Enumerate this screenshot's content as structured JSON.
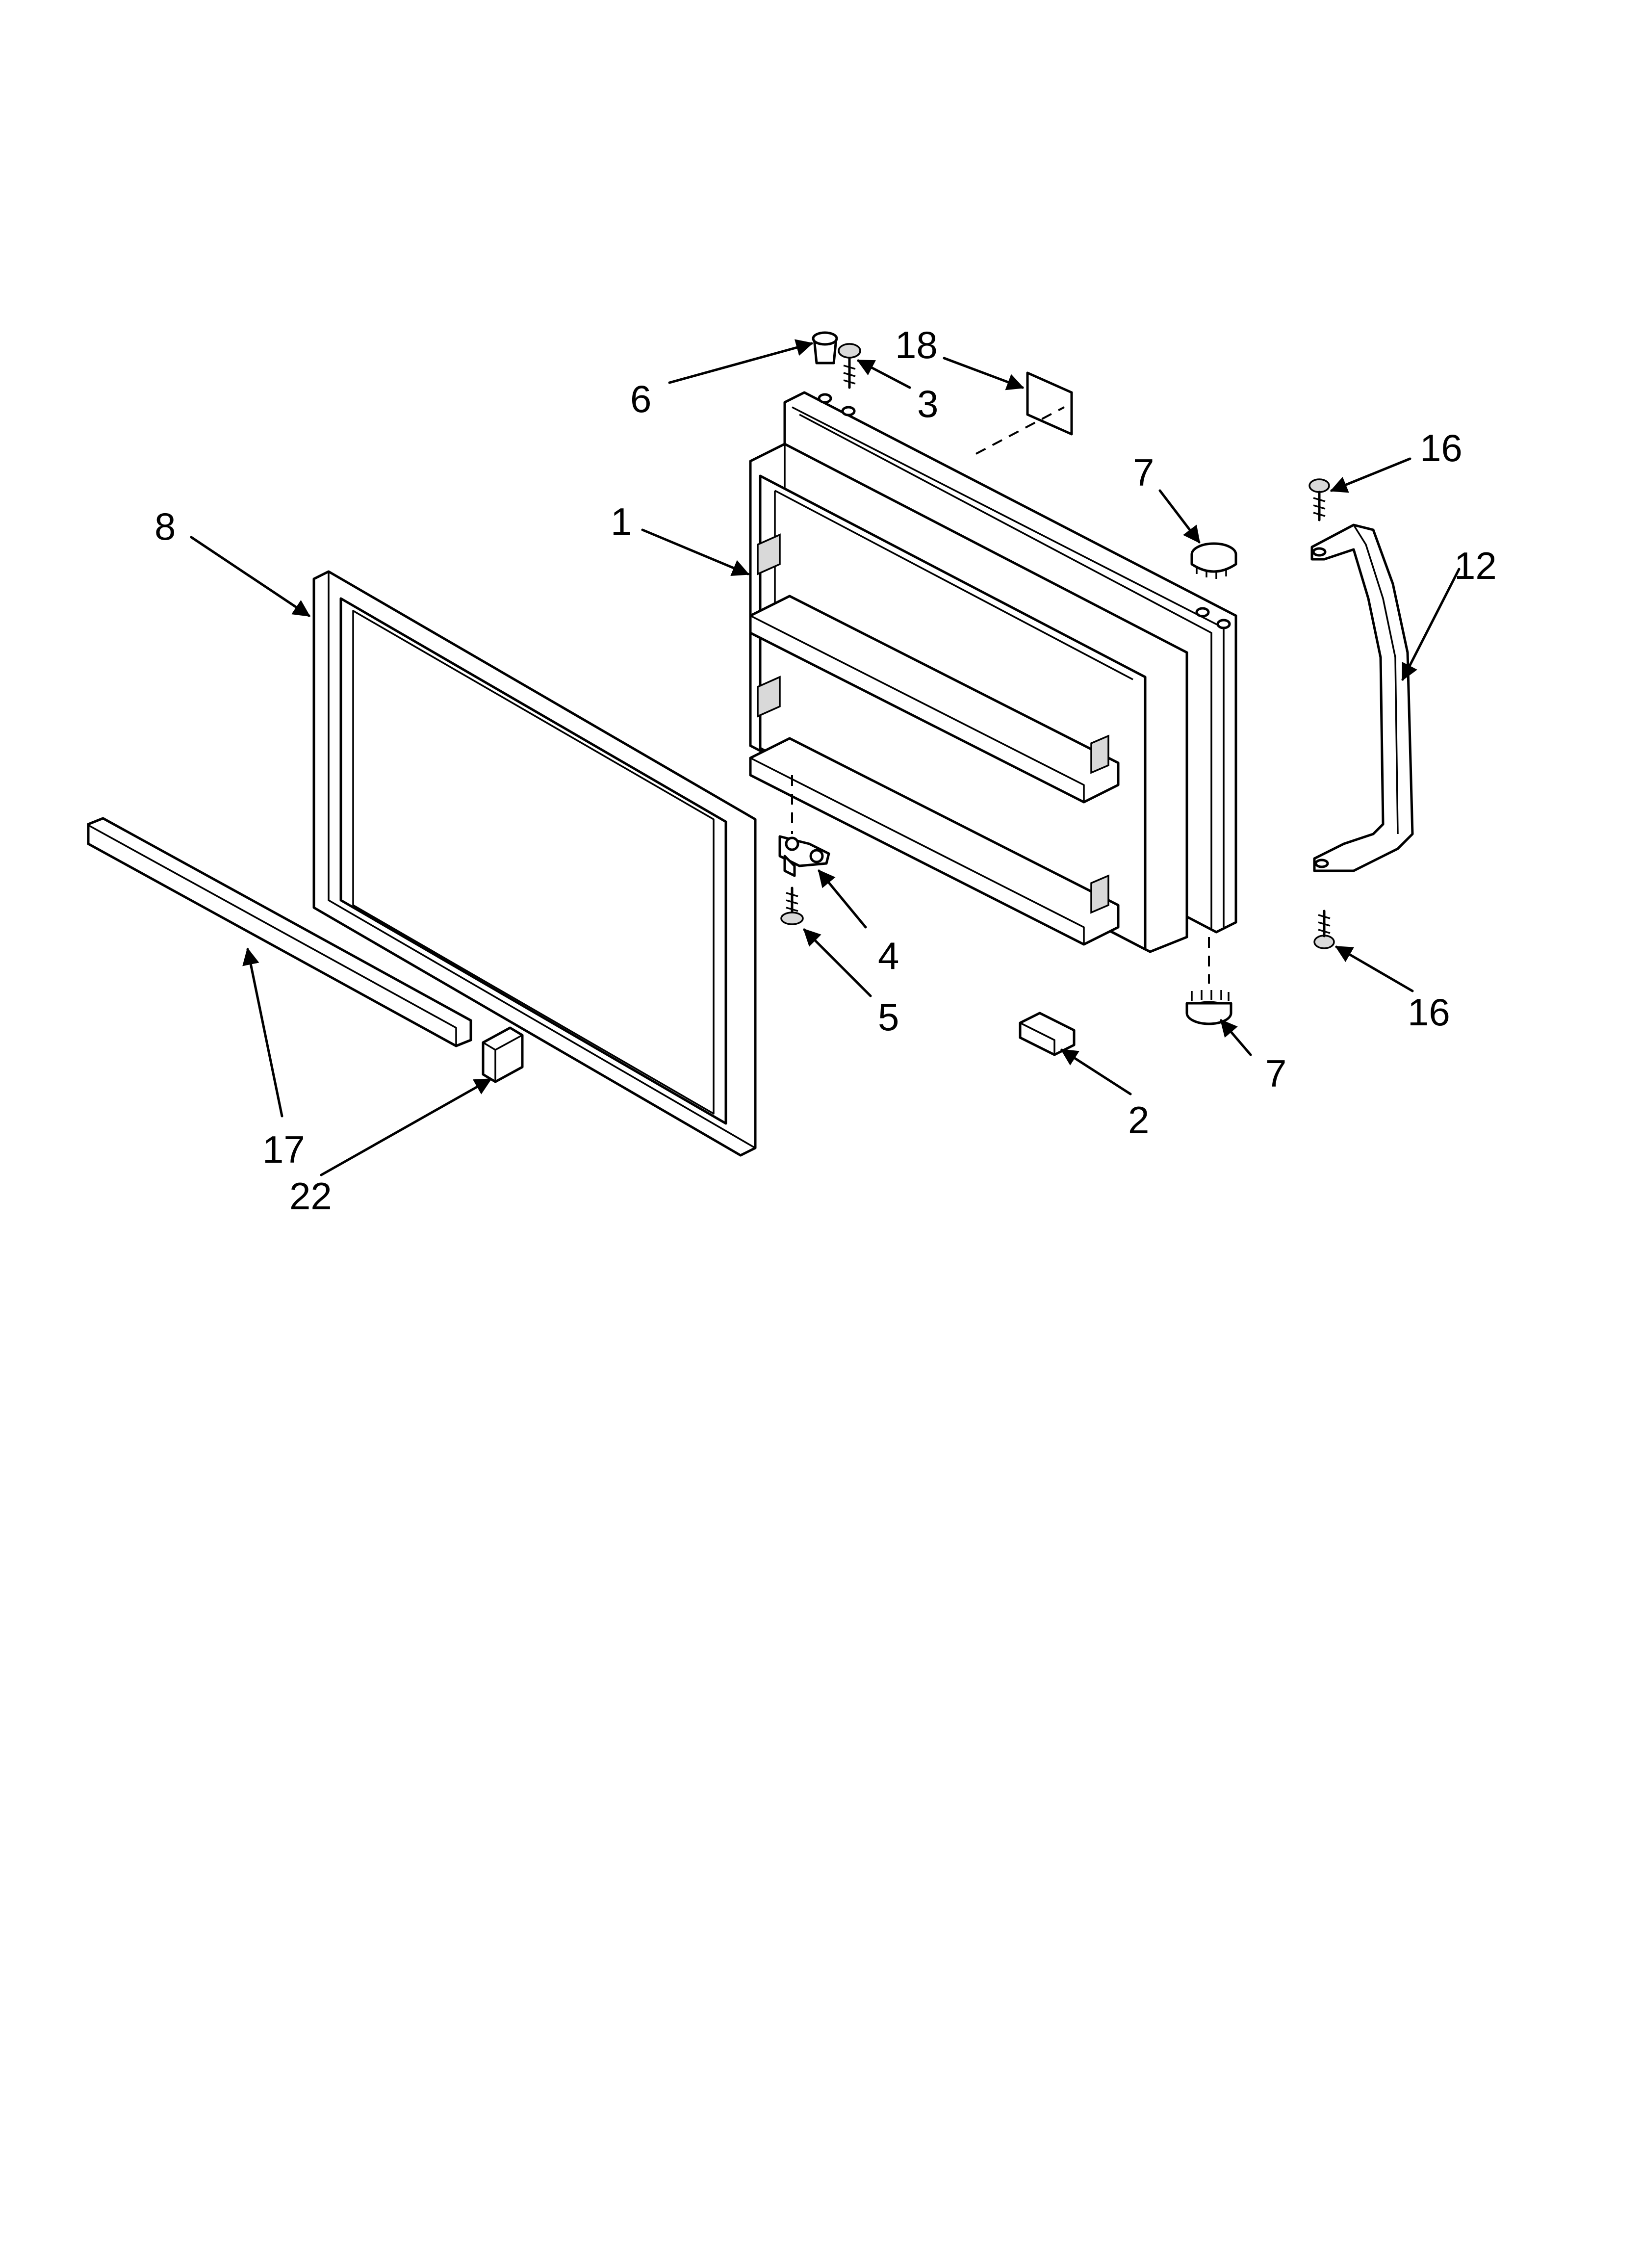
{
  "callouts": {
    "door_liner": "1",
    "door_bracket": "2",
    "screw_top": "3",
    "hinge_bushing": "4",
    "screw_bushing": "5",
    "plug_top": "6",
    "cap_top": "7",
    "cap_bottom": "7",
    "gasket": "8",
    "handle": "12",
    "screw_handle_top": "16",
    "screw_handle_bottom": "16",
    "trim": "17",
    "label": "18",
    "end_cap": "22"
  }
}
